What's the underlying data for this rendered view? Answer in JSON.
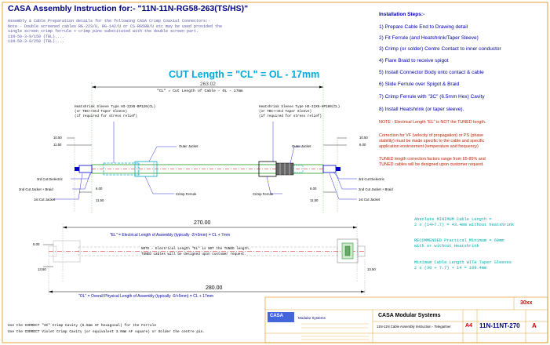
{
  "header": {
    "title": "CASA Assembly Instruction for:- \"11N-11N-RG58-263(TS/HS)\"",
    "prep_lines": [
      "Assembly & Cable Preparation details for the following CASA Crimp Coaxial Connectors:-",
      "Note - Double screened cables RG-223/U, RG-142/U or CS-RG58B/U etc may be used provided the",
      "single screen crimp ferrule + crimp pins substituted with the double screen part.",
      "11N-50-3-9/150 (TBL)....",
      "11N-50-3-9/250 (TBL)...."
    ]
  },
  "steps": {
    "heading": "Installation Steps:-",
    "items": [
      "1) Prepare Cable End to Drawing detail",
      "2) Fit Ferrule (and Heatshrink/Taper Sleeve)",
      "3) Crimp (or solder) Centre Contact to inner conductor",
      "4) Flare Braid to receive spigot",
      "5) Install Connector Body onto contact & cable",
      "6) Slide Ferrule over Spigot & Braid",
      "7) Crimp Ferrule with \"3C\" (6.5mm Hex) Cavity",
      "8) Install Heatshrink (or taper sleeve)."
    ],
    "note_el": "NOTE - Electrical Length \"EL\" is NOT the TUNED length.",
    "correction": [
      "Correction for VF (velocity of propagation) or PS (phase",
      "stability) must be made specific to the cable and specific",
      "application environment (temperature and frequency)"
    ],
    "tuned": [
      "TUNED length correction factors range from 65-85% and",
      "TUNED cables will be designed upon customer request."
    ]
  },
  "drawing": {
    "cut_length": "CUT Length = \"CL\" = OL - 17mm",
    "dim_263": "263.02",
    "cut_sub": "\"CL\" = Cut Length of Cable - OL - 17mm",
    "heatshrink_left": [
      "Heatshrink Sleeve Type HS-22X6-BP120(CL)",
      "(or TBC++Std Taper Sleeve)",
      "(if required for stress relief)"
    ],
    "heatshrink_right": [
      "Heatshrink Sleeve Type HS-22X6-HP100(CL)",
      "(or TBC++Std Taper Sleeve)",
      "(if required for stress relief)"
    ],
    "outer_jacket": "Outer Jacket",
    "crimp_ferrule": "Crimp Ferrule",
    "third_cut_dielectric": "3rd Cut Dielectric",
    "second_cut": "2nd Cut Jacket + Braid",
    "first_cut": "1st Cut Jacket",
    "dim_270": "270.00",
    "el_label": "\"EL\" = Electrical Length of Assembly (typically -2/+3mm) = CL + 7mm",
    "note_line1": "NOTE - Electrical Length \"EL\" is NOT the TUNED length.",
    "note_line2": "TUNED cables will be designed upon customer request.",
    "dim_280": "280.00",
    "ol_label": "\"OL\" = Overall Physical Length of Assembly (typically -0/+5mm) = CL + 17mm",
    "d_1050": "10.50",
    "d_1150": "11.50",
    "d_600": "6.00",
    "d_500": "5.00",
    "d_1350": "13.50"
  },
  "spec": {
    "block1": [
      "Absolute MINIMUM Cable Length =",
      "2 x (14+7.7) = 43.4mm without heatshrink"
    ],
    "block2": [
      "RECOMMENDED Practical Minimum = 60mm",
      "with or without Heatshrink"
    ],
    "block3": [
      "Minimum Cable Length WITH Taper Sleeves",
      "2 x (30 + 7.7) + 14 = 109.4mm"
    ]
  },
  "footer": {
    "line1": "Use the CORRECT \"3C\" Crimp Cavity (6.5mm AF hexagonal) for the Ferrule",
    "line2": "Use the CORRECT Violet Crimp Cavity (or equivalent 3.0mm AF square) or Solder the centre pin."
  },
  "titleblock": {
    "sheet_code": "30xx",
    "company": "CASA Modular Systems",
    "description": "11N-11N Cable Assembly Instruction - Telegartner",
    "size": "A4",
    "part_no": "11N-11NT-270",
    "rev": "A",
    "logo_text": "CASA",
    "logo_sub": "Modular Systems"
  },
  "colors": {
    "frame": "#e08a00",
    "blue": "#0000cc",
    "cyan": "#00aacc",
    "green": "#008800",
    "red": "#cc0000",
    "title": "#000080"
  }
}
